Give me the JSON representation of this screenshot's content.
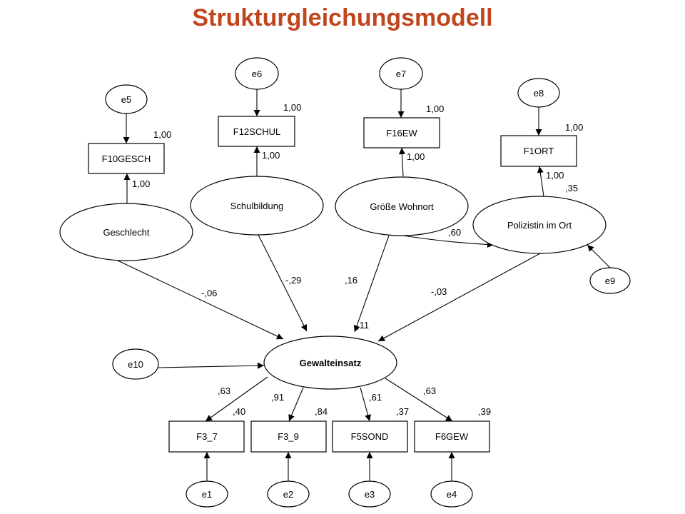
{
  "title": "Strukturgleichungsmodell",
  "colors": {
    "title": "#C0461E",
    "line": "#000000",
    "background": "#FFFFFF"
  },
  "nodes": {
    "e5": "e5",
    "e6": "e6",
    "e7": "e7",
    "e8": "e8",
    "e9": "e9",
    "e10": "e10",
    "e1": "e1",
    "e2": "e2",
    "e3": "e3",
    "e4": "e4",
    "f10gesch": "F10GESCH",
    "f12schul": "F12SCHUL",
    "f16ew": "F16EW",
    "f1ort": "F1ORT",
    "f3_7": "F3_7",
    "f3_9": "F3_9",
    "f5sond": "F5SOND",
    "f6gew": "F6GEW",
    "geschlecht": "Geschlecht",
    "schulbildung": "Schulbildung",
    "groesse_wohnort": "Größe Wohnort",
    "polizistin": "Polizistin im Ort",
    "gewalteinsatz": "Gewalteinsatz"
  },
  "coefficients": {
    "e5_f10gesch": "1,00",
    "geschlecht_f10gesch": "1,00",
    "e6_f12schul": "1,00",
    "schulbildung_f12schul": "1,00",
    "e7_f16ew": "1,00",
    "groesse_f16ew": "1,00",
    "e8_f1ort": "1,00",
    "polizistin_f1ort": "1,00",
    "polizistin_r2": ",35",
    "groesse_polizistin": ",60",
    "geschlecht_gewalt": "-,06",
    "schulbildung_gewalt": "-,29",
    "groesse_gewalt": ",16",
    "polizistin_gewalt": "-,03",
    "gewalt_r2": ",11",
    "gewalt_f3_7": ",63",
    "gewalt_f3_9": ",91",
    "gewalt_f5sond": ",61",
    "gewalt_f6gew": ",63",
    "f3_7_r2": ",40",
    "f3_9_r2": ",84",
    "f5sond_r2": ",37",
    "f6gew_r2": ",39"
  }
}
